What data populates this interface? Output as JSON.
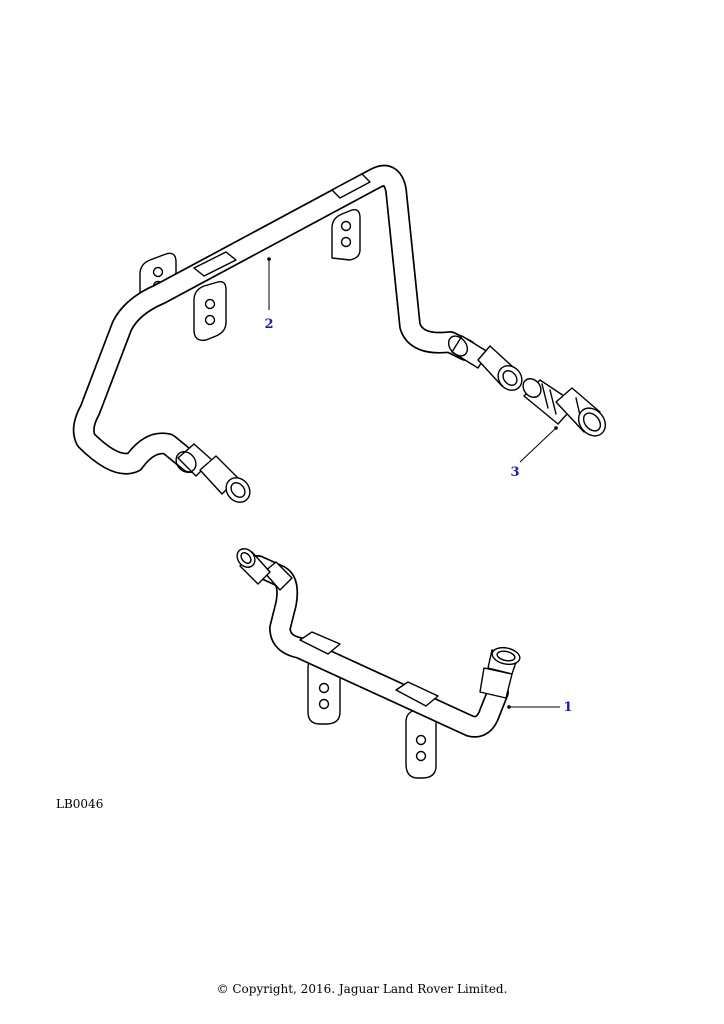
{
  "callouts": {
    "part1": "1",
    "part2": "2",
    "part3": "3"
  },
  "reference_code": "LB0046",
  "copyright": "© Copyright, 2016. Jaguar Land Rover Limited.",
  "colors": {
    "callout": "#1a1ab8",
    "line": "#000000",
    "background": "#ffffff"
  }
}
